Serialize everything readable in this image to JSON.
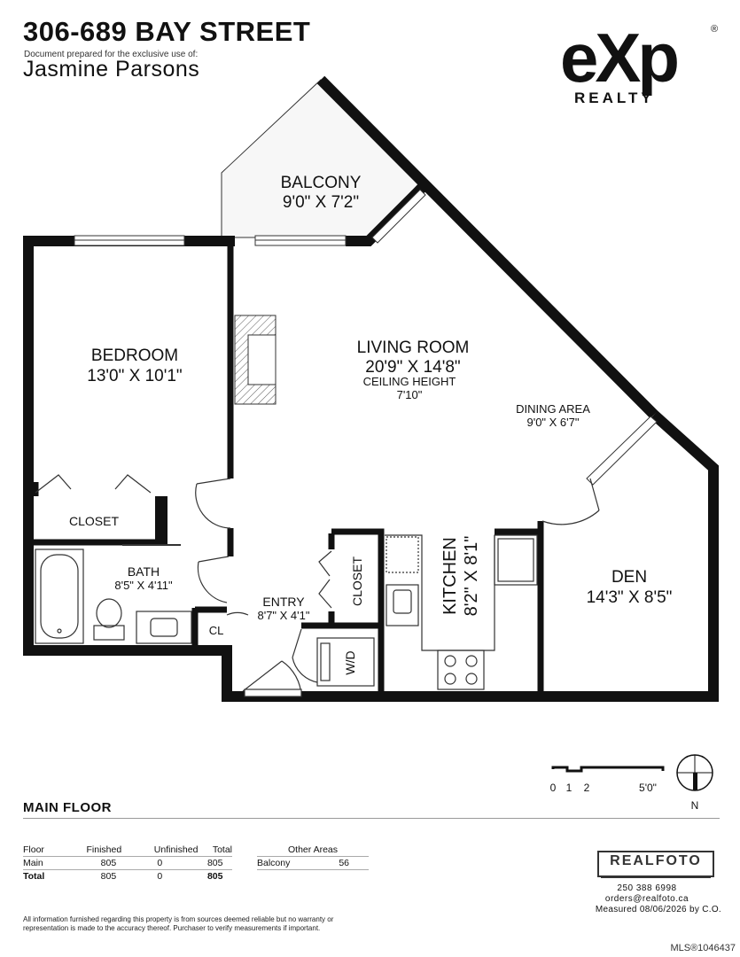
{
  "header": {
    "address": "306-689 BAY STREET",
    "prepared_for": "Document prepared for the exclusive use of:",
    "client": "Jasmine Parsons"
  },
  "brand": {
    "logo_text": "eXp",
    "registered_mark": "®",
    "logo_subtext": "REALTY",
    "logo_color": "#111111"
  },
  "rooms": {
    "balcony": {
      "name": "BALCONY",
      "size": "9'0\" X 7'2\""
    },
    "bedroom": {
      "name": "BEDROOM",
      "size": "13'0\" X 10'1\""
    },
    "living": {
      "name": "LIVING ROOM",
      "size": "20'9\" X 14'8\"",
      "ceiling_label": "CEILING HEIGHT",
      "ceiling_value": "7'10\""
    },
    "dining": {
      "name": "DINING AREA",
      "size": "9'0\" X 6'7\""
    },
    "closet_bedroom": {
      "name": "CLOSET"
    },
    "bath": {
      "name": "BATH",
      "size": "8'5\" X 4'11\""
    },
    "cl": {
      "name": "CL"
    },
    "entry": {
      "name": "ENTRY",
      "size": "8'7\" X 4'1\""
    },
    "closet_entry": {
      "name": "CLOSET"
    },
    "wd": {
      "name": "W/D"
    },
    "kitchen": {
      "name": "KITCHEN",
      "size": "8'2\" X 8'1\""
    },
    "den": {
      "name": "DEN",
      "size": "14'3\" X 8'5\""
    }
  },
  "scale": {
    "labels": [
      "0",
      "1",
      "2",
      "5'0\""
    ]
  },
  "compass": {
    "label": "N"
  },
  "floor_title": "MAIN FLOOR",
  "area_table": {
    "headers": [
      "Floor",
      "Finished",
      "Unfinished",
      "Total"
    ],
    "rows": [
      [
        "Main",
        "805",
        "0",
        "805"
      ],
      [
        "Total",
        "805",
        "0",
        "805"
      ]
    ]
  },
  "other_areas": {
    "header": "Other Areas",
    "rows": [
      [
        "Balcony",
        "56"
      ]
    ]
  },
  "photographer": {
    "name": "REALFOTO",
    "phone": "250 388 6998",
    "email": "orders@realfoto.ca",
    "measured": "Measured 08/06/2026 by C.O."
  },
  "disclaimer": "All information furnished regarding this property is from sources deemed reliable but no warranty or representation is made to the accuracy thereof. Purchaser to verify measurements if important.",
  "mls": "MLS®1046437"
}
